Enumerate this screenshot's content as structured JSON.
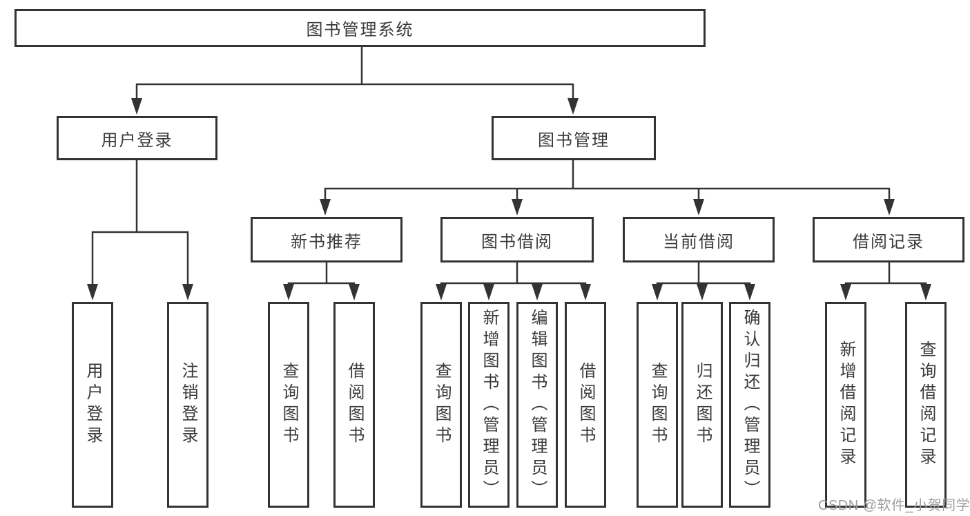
{
  "tree": {
    "label": "图书管理系统",
    "children": [
      {
        "label": "用户登录",
        "children": [
          {
            "label": "用户登录"
          },
          {
            "label": "注销登录"
          }
        ]
      },
      {
        "label": "图书管理",
        "children": [
          {
            "label": "新书推荐",
            "children": [
              {
                "label": "查询图书"
              },
              {
                "label": "借阅图书"
              }
            ]
          },
          {
            "label": "图书借阅",
            "children": [
              {
                "label": "查询图书"
              },
              {
                "label": "新增图书（管理员）"
              },
              {
                "label": "编辑图书（管理员）"
              },
              {
                "label": "借阅图书"
              }
            ]
          },
          {
            "label": "当前借阅",
            "children": [
              {
                "label": "查询图书"
              },
              {
                "label": "归还图书"
              },
              {
                "label": "确认归还（管理员）"
              }
            ]
          },
          {
            "label": "借阅记录",
            "children": [
              {
                "label": "新增借阅记录"
              },
              {
                "label": "查询借阅记录"
              }
            ]
          }
        ]
      }
    ]
  },
  "watermark": "CSDN @软件_小贺同学",
  "colors": {
    "line": "#333333",
    "box_border": "#333333",
    "box_background": "#ffffff",
    "text": "#3a3a3a",
    "watermark": "#9e9e9e",
    "page_background": "#ffffff"
  }
}
